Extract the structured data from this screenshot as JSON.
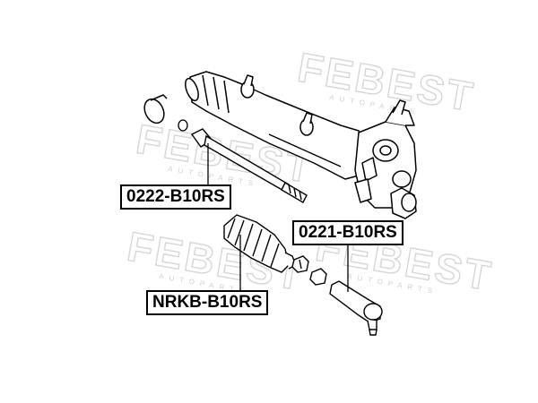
{
  "watermark": {
    "brand": "FEBEST",
    "subtext": "AUTOPARTS"
  },
  "callouts": {
    "inner_tie_rod": "0222-B10RS",
    "outer_tie_rod_end": "0221-B10RS",
    "boot": "NRKB-B10RS"
  },
  "colors": {
    "line": "#000000",
    "watermark": "#d6d6d6",
    "background": "#ffffff"
  }
}
